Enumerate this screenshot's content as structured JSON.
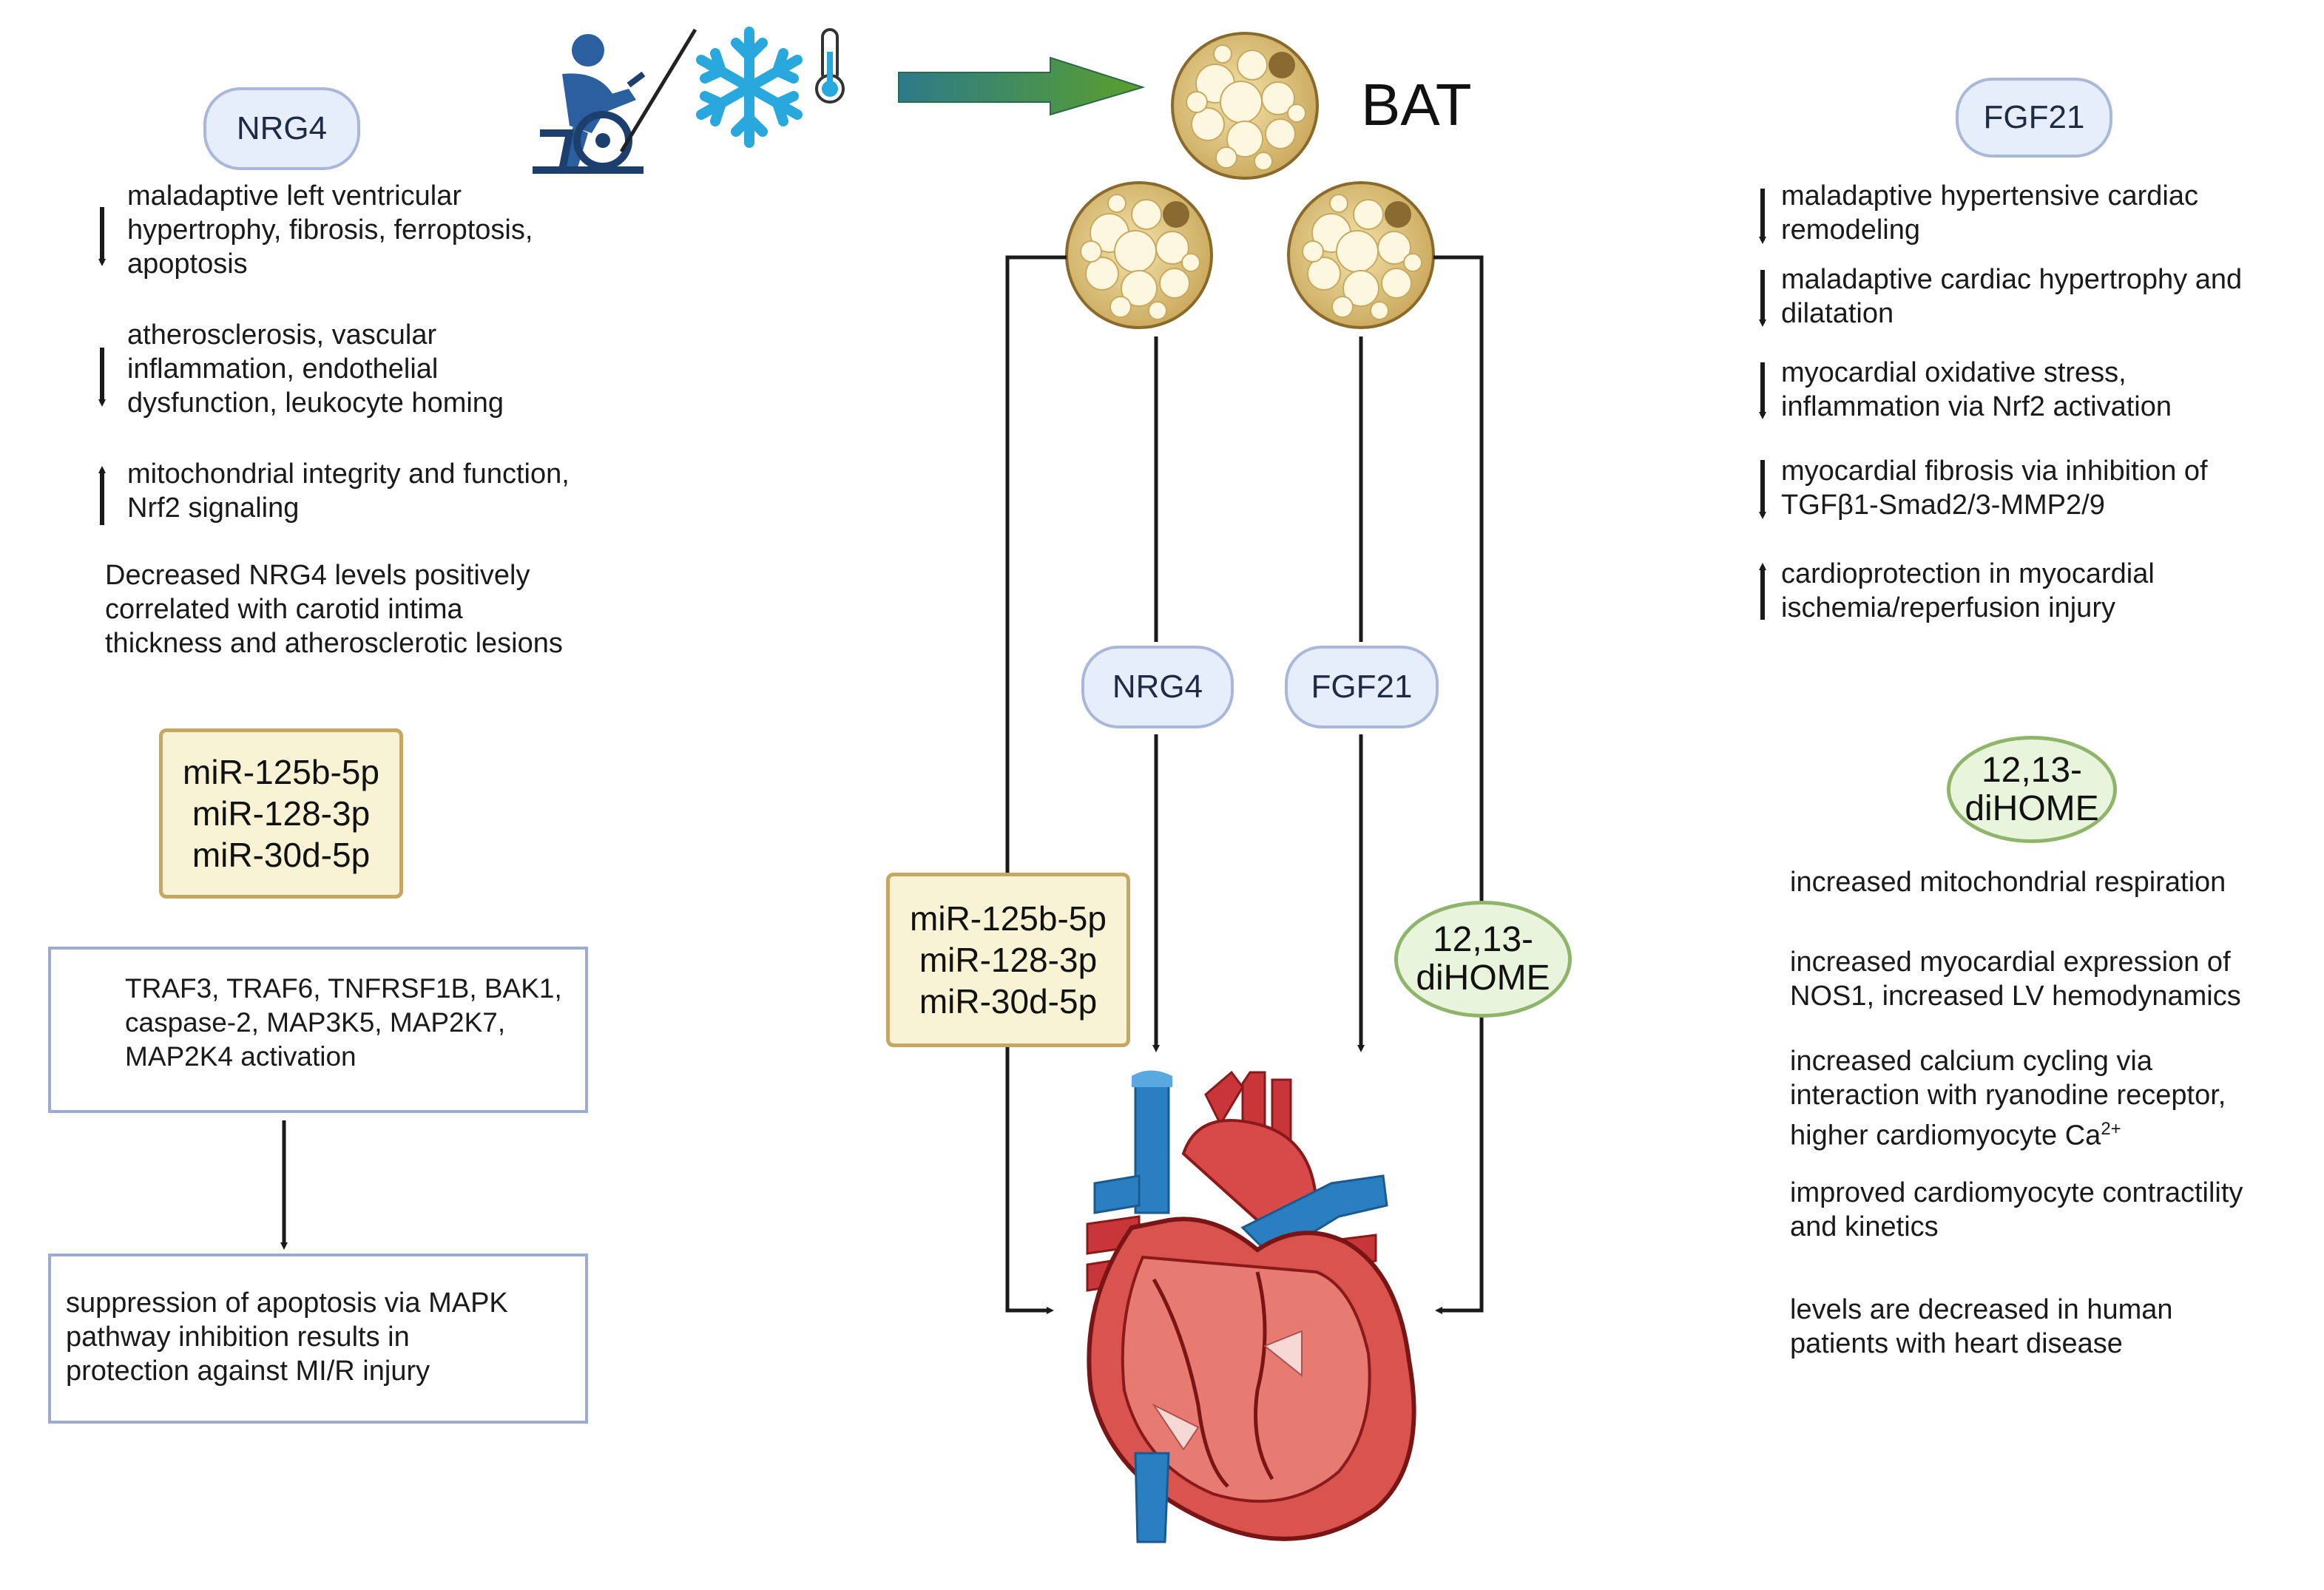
{
  "top": {
    "bat_label": "BAT"
  },
  "center": {
    "nrg4_label": "NRG4",
    "fgf21_label": "FGF21",
    "mirna": [
      "miR-125b-5p",
      "miR-128-3p",
      "miR-30d-5p"
    ],
    "dihome": "12,13-\ndiHOME"
  },
  "left": {
    "nrg4_title": "NRG4",
    "effects": [
      {
        "direction": "down",
        "text": "maladaptive left ventricular\nhypertrophy, fibrosis, ferroptosis,\napoptosis"
      },
      {
        "direction": "down",
        "text": "atherosclerosis, vascular\ninflammation, endothelial\ndysfunction, leukocyte homing"
      },
      {
        "direction": "up",
        "text": "mitochondrial integrity and function,\nNrf2 signaling"
      }
    ],
    "note": "Decreased NRG4 levels positively\ncorrelated with carotid intima\nthickness and atherosclerotic lesions",
    "mirna": [
      "miR-125b-5p",
      "miR-128-3p",
      "miR-30d-5p"
    ],
    "targets_text": "TRAF3, TRAF6, TNFRSF1B, BAK1,\ncaspase-2, MAP3K5, MAP2K7,\nMAP2K4 activation",
    "outcome_text": "suppression of apoptosis via MAPK\npathway inhibition results in\nprotection against MI/R injury"
  },
  "right": {
    "fgf21_title": "FGF21",
    "effects": [
      {
        "direction": "down",
        "text": "maladaptive hypertensive cardiac\nremodeling"
      },
      {
        "direction": "down",
        "text": "maladaptive cardiac hypertrophy and\ndilatation"
      },
      {
        "direction": "down",
        "text": "myocardial oxidative stress,\ninflammation via Nrf2 activation"
      },
      {
        "direction": "down",
        "text": "myocardial fibrosis via inhibition of\nTGFβ1-Smad2/3-MMP2/9"
      },
      {
        "direction": "up",
        "text": "cardioprotection in myocardial\nischemia/reperfusion injury"
      }
    ],
    "dihome_title": "12,13-\ndiHOME",
    "dihome_effects": [
      "increased mitochondrial respiration",
      "increased myocardial expression of\nNOS1, increased LV hemodynamics",
      "increased calcium cycling via\ninteraction with ryanodine receptor,\nhigher cardiomyocyte Ca",
      "improved cardiomyocyte contractility\nand kinetics",
      "levels are decreased in human\npatients with heart disease"
    ],
    "ca_superscript": "2+"
  },
  "colors": {
    "arrow_gradient_start": "#3a8a6a",
    "arrow_gradient_end": "#5aa02c",
    "fat_fill": "#e6cf8a",
    "fat_outline": "#8a6a2a",
    "heart_red": "#c9363a",
    "vessel_blue": "#2a7fc0"
  },
  "icons": [
    "cycling-person-icon",
    "snowflake-icon",
    "thermometer-icon",
    "heart-illustration",
    "brown-fat-cell-icon"
  ]
}
